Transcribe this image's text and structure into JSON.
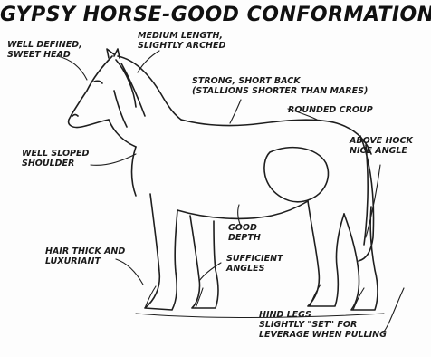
{
  "title": "GYPSY HORSE-GOOD CONFORMATION",
  "labels": {
    "head": [
      "WELL DEFINED,",
      "SWEET HEAD"
    ],
    "neck": [
      "MEDIUM LENGTH,",
      "SLIGHTLY ARCHED"
    ],
    "back": [
      "STRONG, SHORT BACK",
      "(STALLIONS SHORTER THAN MARES)"
    ],
    "croup": [
      "ROUNDED CROUP"
    ],
    "hock": [
      "ABOVE HOCK",
      "NICE ANGLE"
    ],
    "shoulder": [
      "WELL SLOPED",
      "SHOULDER"
    ],
    "depth": [
      "GOOD",
      "DEPTH"
    ],
    "hair": [
      "HAIR THICK AND",
      "LUXURIANT"
    ],
    "angles": [
      "SUFFICIENT",
      "ANGLES"
    ],
    "hind": [
      "HIND LEGS",
      "SLIGHTLY \"SET\" FOR",
      "LEVERAGE WHEN PULLING"
    ]
  }
}
